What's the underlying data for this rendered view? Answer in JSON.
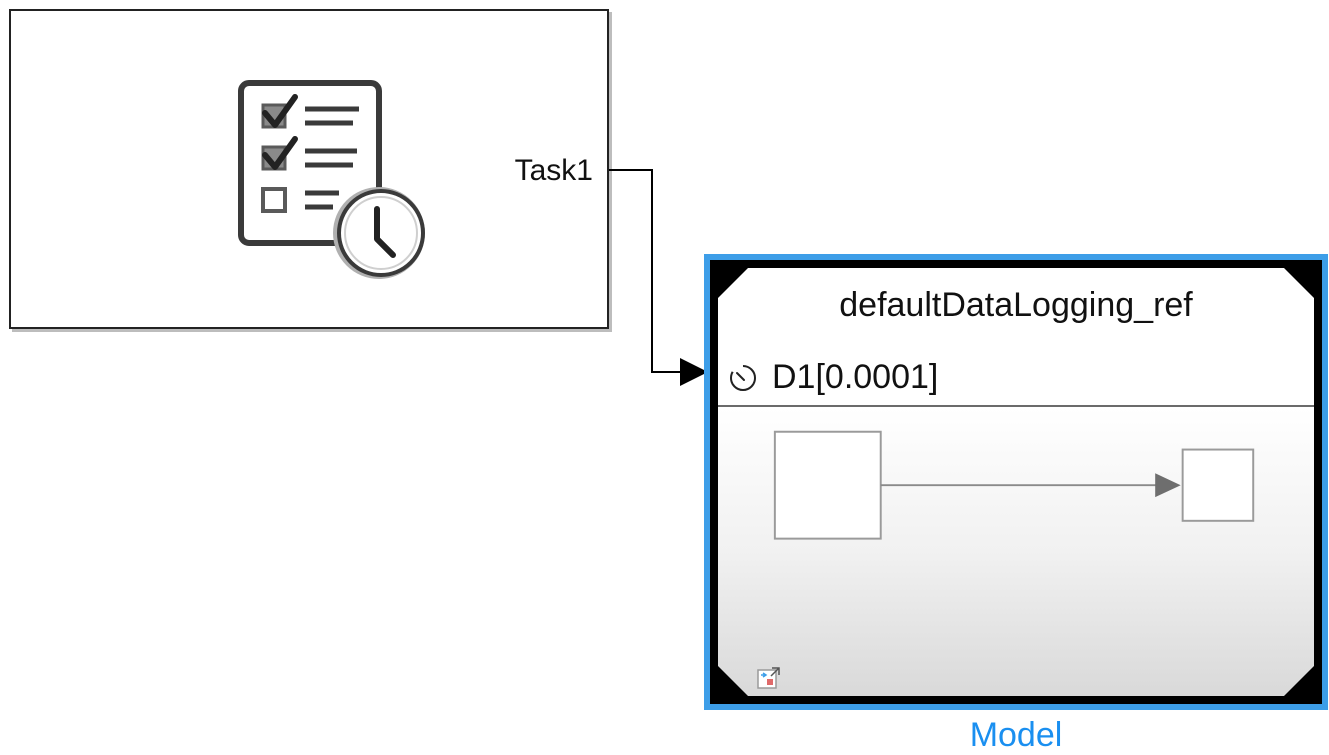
{
  "task_block": {
    "port_label": "Task1",
    "icon": "task-schedule-icon"
  },
  "model_block": {
    "model_name": "defaultDataLogging_ref",
    "rate_label": "D1[0.0001]",
    "caption": "Model",
    "icons": {
      "rate": "clock-icon",
      "reference": "model-reference-icon"
    }
  },
  "colors": {
    "selection": "#3d9ee8",
    "caption": "#1a8ff0",
    "block_border": "#222222"
  }
}
